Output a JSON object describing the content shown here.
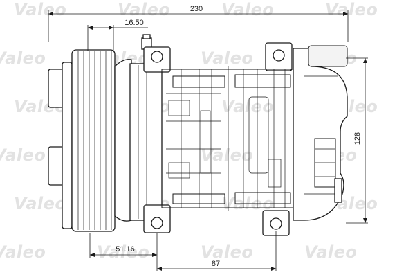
{
  "watermark": {
    "text": "Valeo"
  },
  "dimensions": {
    "overall_length": "230",
    "pulley_width": "16.50",
    "height": "128",
    "pulley_offset": "51.16",
    "mount_spacing": "87"
  }
}
